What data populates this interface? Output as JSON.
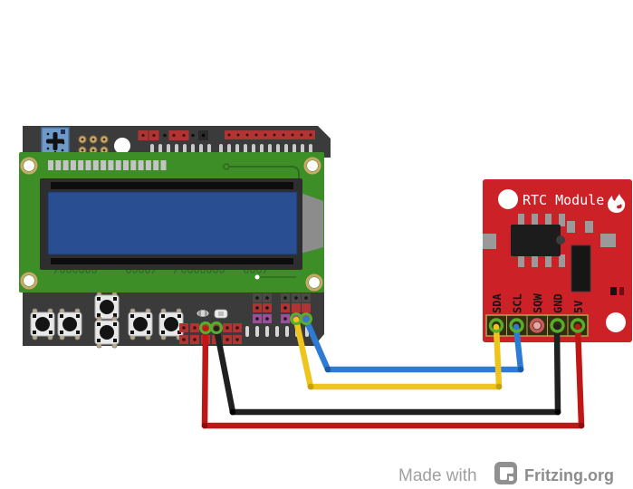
{
  "diagram": {
    "type": "wiring-diagram",
    "background_color": "#ffffff",
    "parts": {
      "lcd_keypad_shield": {
        "name": "lcd-keypad-shield",
        "board_color": "#3b3b3b",
        "pcb_color": "#3e8e27",
        "screen_color": "#2a4e92",
        "bezel_color": "#2e2e2e",
        "button_count": 6
      },
      "rtc_module": {
        "name": "rtc-module",
        "label": "RTC Module",
        "board_color": "#cb2127",
        "pins": [
          "SDA",
          "SCL",
          "SQW",
          "GND",
          "5V"
        ],
        "connected_pins": [
          "SDA",
          "SCL",
          "GND",
          "5V"
        ],
        "unconnected_ring_color": "#c95b5b"
      }
    },
    "connection_ring_color": "#58ad2a",
    "wires": [
      {
        "signal": "SDA",
        "color": "#eec41d",
        "bend_color": "#c49f12"
      },
      {
        "signal": "SCL",
        "color": "#2e7bd6",
        "bend_color": "#1d5aa6"
      },
      {
        "signal": "GND",
        "color": "#202020",
        "bend_color": "#000000"
      },
      {
        "signal": "5V",
        "color": "#bf1616",
        "bend_color": "#8c0f0f"
      }
    ],
    "footer": {
      "made_with": "Made with",
      "brand": "Fritzing.org"
    }
  }
}
